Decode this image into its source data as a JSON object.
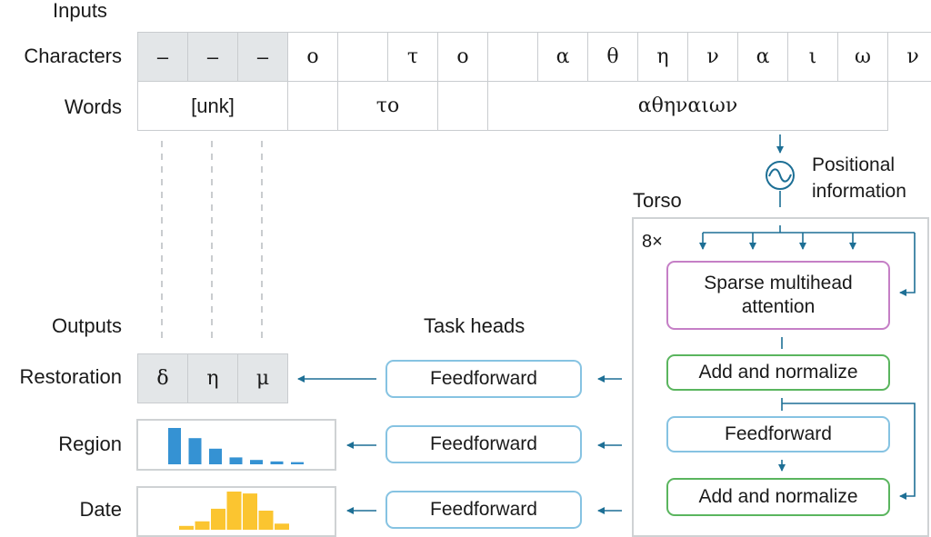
{
  "labels": {
    "inputs": "Inputs",
    "characters": "Characters",
    "words": "Words",
    "outputs": "Outputs",
    "restoration": "Restoration",
    "region": "Region",
    "date": "Date",
    "task_heads": "Task heads",
    "torso": "Torso",
    "repeat": "8×",
    "positional": [
      "Positional",
      "information"
    ]
  },
  "characters": [
    {
      "ch": "–",
      "masked": true
    },
    {
      "ch": "–",
      "masked": true
    },
    {
      "ch": "–",
      "masked": true
    },
    {
      "ch": "ο",
      "masked": false
    },
    {
      "ch": "",
      "masked": false
    },
    {
      "ch": "τ",
      "masked": false
    },
    {
      "ch": "ο",
      "masked": false
    },
    {
      "ch": "",
      "masked": false
    },
    {
      "ch": "α",
      "masked": false
    },
    {
      "ch": "θ",
      "masked": false
    },
    {
      "ch": "η",
      "masked": false
    },
    {
      "ch": "ν",
      "masked": false
    },
    {
      "ch": "α",
      "masked": false
    },
    {
      "ch": "ι",
      "masked": false
    },
    {
      "ch": "ω",
      "masked": false
    },
    {
      "ch": "ν",
      "masked": false
    }
  ],
  "words": [
    "[unk]",
    "",
    "το",
    "",
    "αθηναιων"
  ],
  "restoration_chars": [
    "δ",
    "η",
    "μ"
  ],
  "task_heads": [
    "Feedforward",
    "Feedforward",
    "Feedforward"
  ],
  "torso_blocks": {
    "attention": [
      "Sparse multihead",
      "attention"
    ],
    "add_norm_1": "Add and normalize",
    "feedforward": "Feedforward",
    "add_norm_2": "Add and normalize"
  },
  "region_bars": [
    1.0,
    0.72,
    0.43,
    0.19,
    0.12,
    0.08,
    0.06
  ],
  "date_bars": [
    0.1,
    0.22,
    0.55,
    1.0,
    0.95,
    0.5,
    0.16
  ],
  "colors": {
    "arrow": "#1d6f95",
    "region": "#3592d3",
    "date": "#fbc530",
    "feedforward": "#86c3e2",
    "add_norm": "#5ab55e",
    "attention": "#c57fc6",
    "masked": "#e3e6e8"
  }
}
